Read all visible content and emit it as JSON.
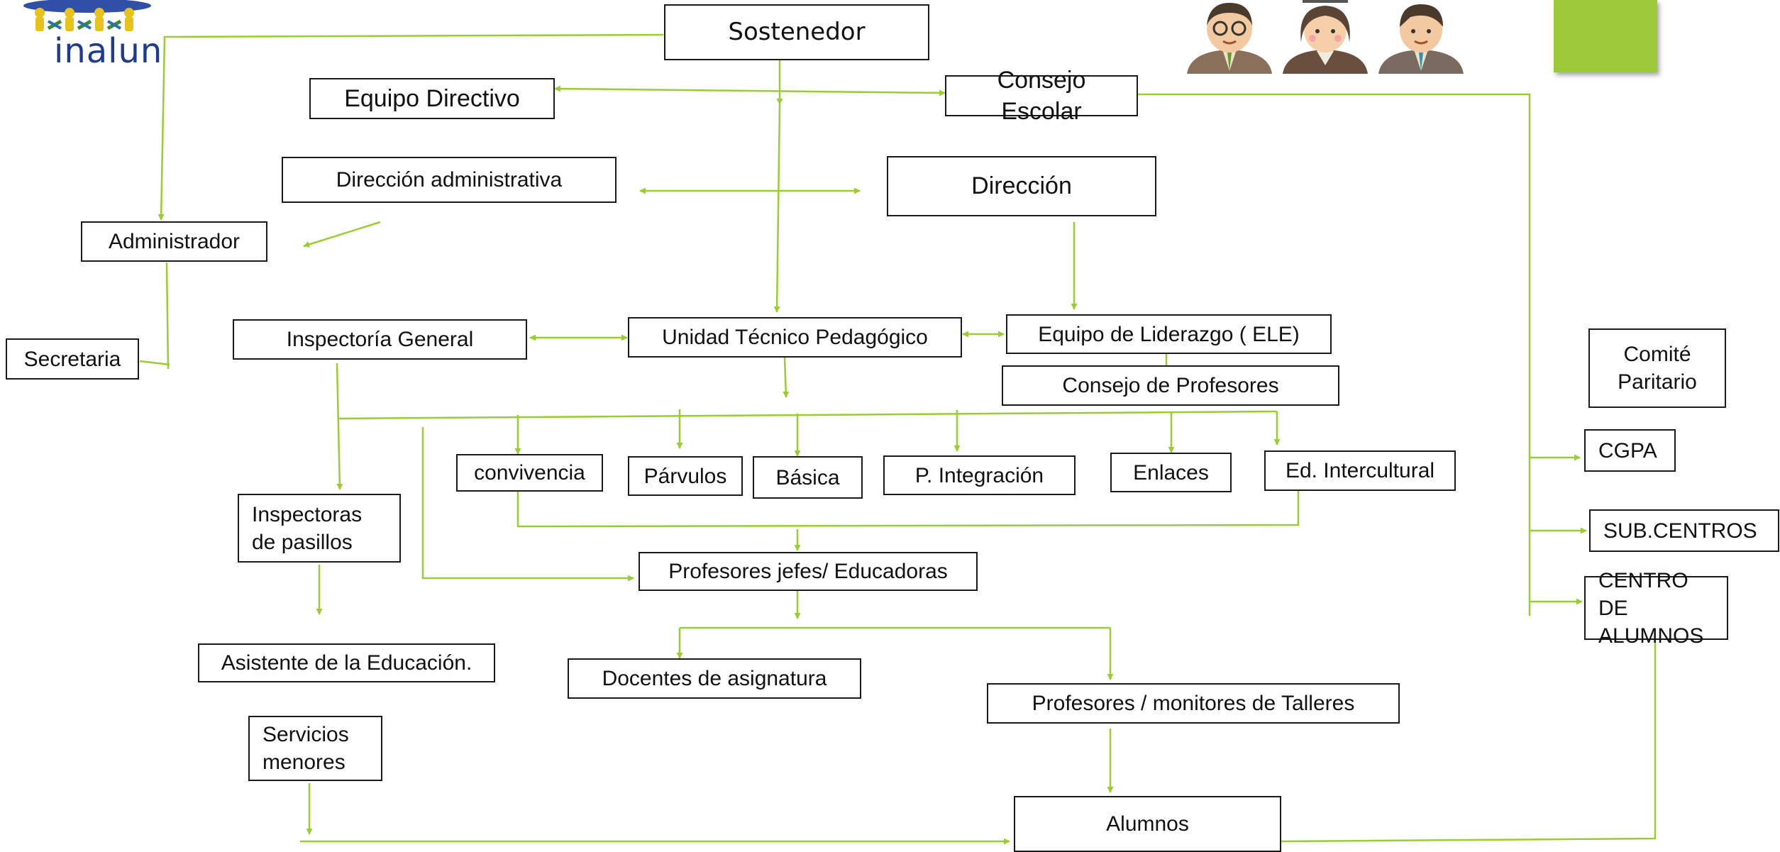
{
  "logo": {
    "text": "inalun"
  },
  "colors": {
    "connector": "#9ACD32",
    "accent_square": "#9BC93A",
    "border": "#1a1a1a"
  },
  "nodes": {
    "sostenedor": "Sostenedor",
    "equipo_directivo": "Equipo Directivo",
    "consejo_escolar": "Consejo Escolar",
    "direccion_administrativa": "Dirección administrativa",
    "direccion": "Dirección",
    "administrador": "Administrador",
    "secretaria": "Secretaria",
    "inspectoria_general": "Inspectoría General",
    "utp": "Unidad Técnico Pedagógico",
    "equipo_liderazgo": "Equipo de Liderazgo ( ELE)",
    "consejo_profesores": "Consejo de Profesores",
    "comite_line1": "Comité",
    "comite_line2": "Paritario",
    "cgpa": "CGPA",
    "subcentros": "SUB.CENTROS",
    "centro_alumnos": "CENTRO DE\nALUMNOS",
    "convivencia": "convivencia",
    "parvulos": "Párvulos",
    "basica": "Básica",
    "p_integracion": "P. Integración",
    "enlaces": "Enlaces",
    "ed_intercultural": "Ed. Intercultural",
    "inspectoras_pasillos": "Inspectoras\nde pasillos",
    "profesores_jefes": "Profesores jefes/ Educadoras",
    "asistente_educacion": "Asistente de la Educación.",
    "docentes_asignatura": "Docentes de asignatura",
    "profesores_talleres": "Profesores / monitores de Talleres",
    "servicios_menores": "Servicios\nmenores",
    "alumnos": "Alumnos"
  },
  "illustration": {
    "icon": "three-staff-people-icon"
  }
}
